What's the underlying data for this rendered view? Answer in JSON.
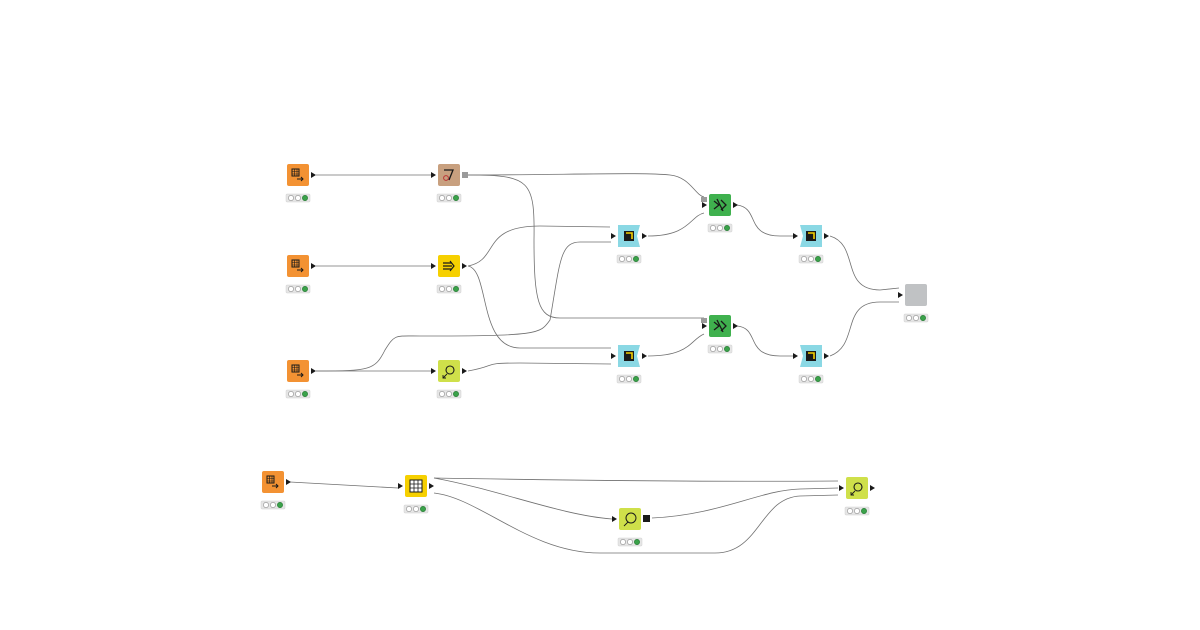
{
  "canvas": {
    "background": "#ffffff"
  },
  "colors": {
    "source": "#f39233",
    "manipulator": "#f6d000",
    "predictor": "#3fb14e",
    "learner": "#c8a07f",
    "visualizer": "#cfe04a",
    "loop": "#8ad8e4",
    "component": "#c0c2c4",
    "led_green": "#3aa24a"
  },
  "nodes": [
    {
      "id": "reader-1",
      "kind": "source",
      "icon": "table-reader-icon"
    },
    {
      "id": "learner",
      "kind": "learner",
      "icon": "learner-icon"
    },
    {
      "id": "reader-2",
      "kind": "source",
      "icon": "table-reader-icon"
    },
    {
      "id": "manipulator-1",
      "kind": "manipulator",
      "icon": "transform-icon"
    },
    {
      "id": "reader-3",
      "kind": "source",
      "icon": "table-reader-icon"
    },
    {
      "id": "viewer-1",
      "kind": "visualizer",
      "icon": "magnifier-icon"
    },
    {
      "id": "loop-start-1",
      "kind": "loop",
      "icon": "loop-icon"
    },
    {
      "id": "predictor-1",
      "kind": "predictor",
      "icon": "predictor-icon"
    },
    {
      "id": "loop-end-1",
      "kind": "loop",
      "icon": "loop-icon"
    },
    {
      "id": "loop-start-2",
      "kind": "loop",
      "icon": "loop-icon"
    },
    {
      "id": "predictor-2",
      "kind": "predictor",
      "icon": "predictor-icon"
    },
    {
      "id": "loop-end-2",
      "kind": "loop",
      "icon": "loop-icon"
    },
    {
      "id": "component",
      "kind": "component",
      "icon": "component-icon"
    },
    {
      "id": "reader-4",
      "kind": "source",
      "icon": "table-reader-icon"
    },
    {
      "id": "manipulator-2",
      "kind": "manipulator",
      "icon": "table-manipulator-icon"
    },
    {
      "id": "visualizer-2",
      "kind": "visualizer",
      "icon": "loop-visualizer-icon"
    },
    {
      "id": "viewer-2",
      "kind": "visualizer",
      "icon": "magnifier-icon"
    }
  ],
  "connections": [
    {
      "from": "reader-1",
      "to": "learner"
    },
    {
      "from": "learner",
      "to": "predictor-1"
    },
    {
      "from": "learner",
      "to": "predictor-2"
    },
    {
      "from": "reader-2",
      "to": "manipulator-1"
    },
    {
      "from": "manipulator-1",
      "to": "loop-start-1"
    },
    {
      "from": "manipulator-1",
      "to": "loop-start-2"
    },
    {
      "from": "reader-3",
      "to": "loop-start-1"
    },
    {
      "from": "reader-3",
      "to": "viewer-1"
    },
    {
      "from": "viewer-1",
      "to": "loop-start-2"
    },
    {
      "from": "loop-start-1",
      "to": "predictor-1"
    },
    {
      "from": "loop-start-2",
      "to": "predictor-2"
    },
    {
      "from": "predictor-1",
      "to": "loop-end-1"
    },
    {
      "from": "predictor-2",
      "to": "loop-end-2"
    },
    {
      "from": "loop-end-1",
      "to": "component"
    },
    {
      "from": "loop-end-2",
      "to": "component"
    },
    {
      "from": "reader-4",
      "to": "manipulator-2"
    },
    {
      "from": "manipulator-2",
      "to": "viewer-2"
    },
    {
      "from": "manipulator-2",
      "to": "visualizer-2"
    },
    {
      "from": "manipulator-2",
      "to": "viewer-2"
    },
    {
      "from": "visualizer-2",
      "to": "viewer-2"
    }
  ]
}
